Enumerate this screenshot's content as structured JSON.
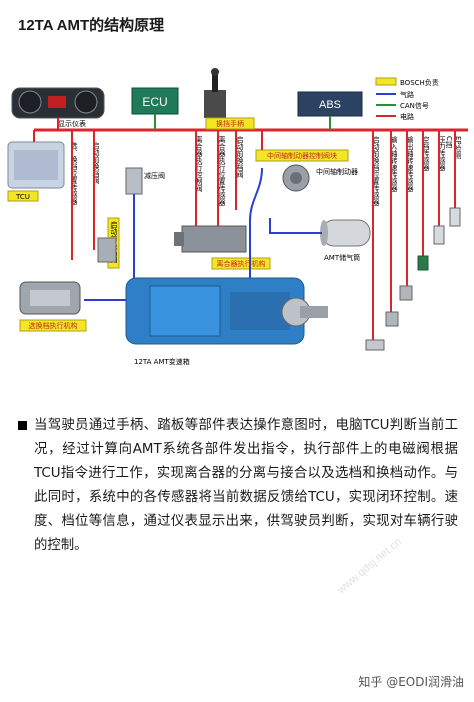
{
  "title": "12TA AMT的结构原理",
  "legend": {
    "items": [
      {
        "label": "BOSCH负责",
        "color": "#f5e625"
      },
      {
        "label": "气路",
        "color": "#2c3fd0"
      },
      {
        "label": "CAN信号",
        "color": "#2a8f3a"
      },
      {
        "label": "电路",
        "color": "#d9262a"
      }
    ]
  },
  "components": {
    "dashboard": "显示仪表",
    "ecu": "ECU",
    "abs": "ABS",
    "shift_handle": "换挡手柄",
    "tcu": "TCU",
    "shift_select_actuator": "选换档执行机构",
    "clutch_actuator": "离合器执行机构",
    "midshaft_brake": "中间轴制动器",
    "midshaft_brake_valve": "中间轴制动器控制阀块",
    "regulator_valve": "减压阀",
    "start_valve": "启动前换档阀",
    "air_tank": "AMT储气筒",
    "gearbox": "12TA AMT变速箱"
  },
  "vertical_labels": {
    "left": [
      "选、换档位置传感器",
      "启动前换档阀"
    ],
    "middle": [
      "离合器执行控制阀",
      "离合器执行位置传感器",
      "启动前换档阀"
    ],
    "right": [
      "启动前换档位置传感器",
      "输入轴转速传感器",
      "输出轴转速传感器",
      "空档传感器",
      "压力传感器",
      "EP检测",
      "C挡"
    ]
  },
  "paragraph": "当驾驶员通过手柄、踏板等部件表达操作意图时，电脑TCU判断当前工况，经过计算向AMT系统各部件发出指令，执行部件上的电磁阀根据TCU指令进行工作，实现离合器的分离与接合以及选档和换档动作。与此同时，系统中的各传感器将当前数据反馈给TCU，实现闭环控制。速度、档位等信息，通过仪表显示出来，供驾驶员判断，实现对车辆行驶的控制。",
  "watermark": "www.qdsj.net.cn",
  "source": "知乎 @EODI润滑油"
}
